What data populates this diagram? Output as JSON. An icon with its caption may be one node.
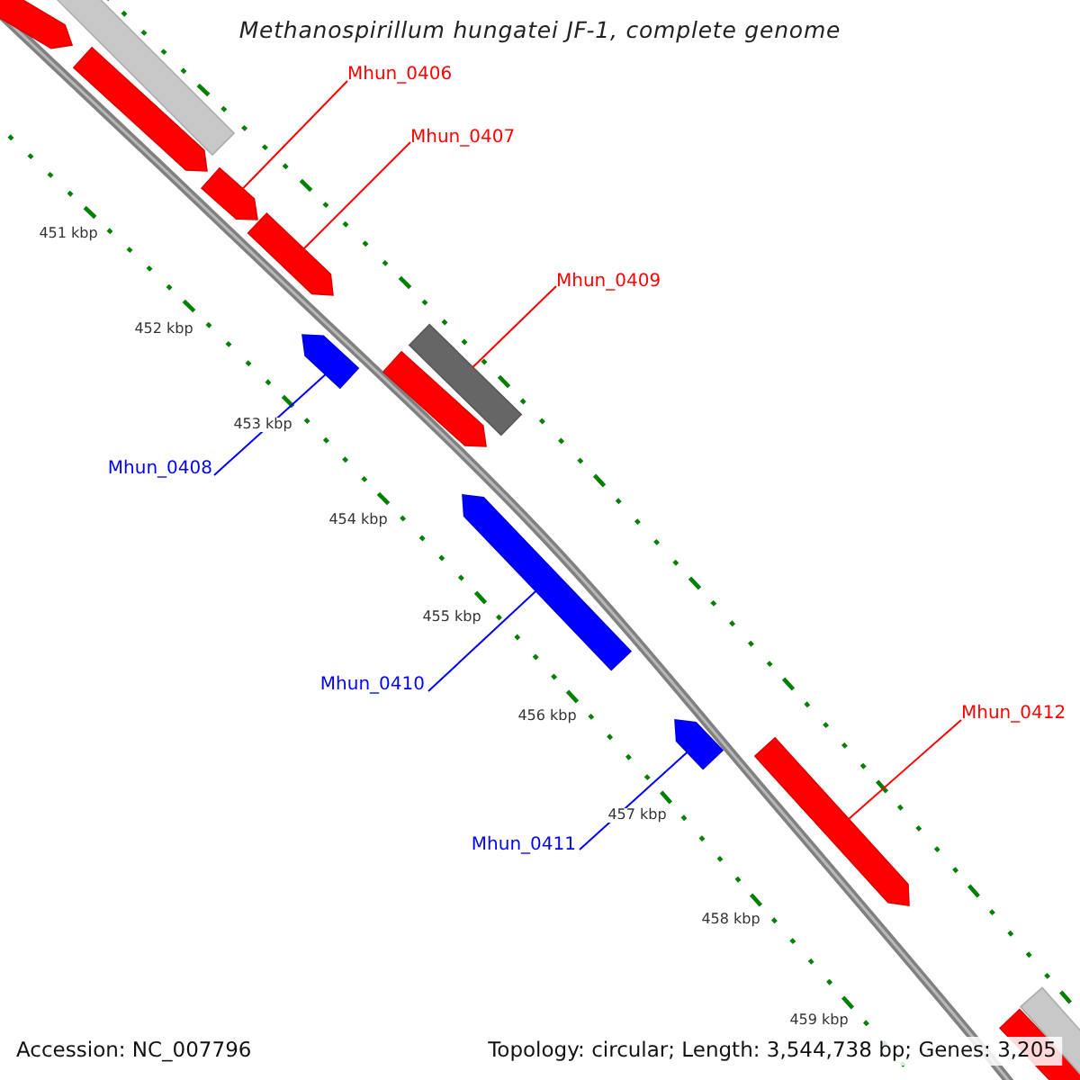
{
  "diagram": {
    "title": "Methanospirillum hungatei JF-1, complete genome",
    "nodes": [
      {
        "text": [
          "Mhun_0406"
        ]
      },
      {
        "text": [
          "Mhun_0407"
        ]
      },
      {
        "text": [
          "Mhun_0409"
        ]
      },
      {
        "text": [
          "Mhun_0408"
        ]
      },
      {
        "text": [
          "Mhun_0410"
        ]
      },
      {
        "text": [
          "Mhun_0411"
        ]
      },
      {
        "text": [
          "Mhun_0412"
        ]
      },
      {
        "text": [],
        "shape": "arrow"
      },
      {
        "text": [],
        "shape": "bar"
      },
      {
        "text": [],
        "shape": "arrow"
      },
      {
        "text": [],
        "shape": "arrow"
      },
      {
        "text": [],
        "shape": "arrow"
      },
      {
        "text": [],
        "shape": "arrow"
      },
      {
        "text": [],
        "shape": "arrow"
      },
      {
        "text": [],
        "shape": "bar"
      },
      {
        "text": [],
        "shape": "arrow"
      },
      {
        "text": [],
        "shape": "arrow"
      },
      {
        "text": [],
        "shape": "arrow"
      },
      {
        "text": [],
        "shape": "arrow"
      },
      {
        "text": [],
        "shape": "bar"
      }
    ],
    "edges": [
      {
        "from": 0,
        "to": 10,
        "arrow": "none"
      },
      {
        "from": 1,
        "to": 11,
        "arrow": "none"
      },
      {
        "from": 2,
        "to": 14,
        "arrow": "none"
      },
      {
        "from": 3,
        "to": 12,
        "arrow": "none",
        "color": "#0000ff"
      },
      {
        "from": 4,
        "to": 15,
        "arrow": "none",
        "color": "#0000ff"
      },
      {
        "from": 5,
        "to": 16,
        "arrow": "none",
        "color": "#0000ff"
      },
      {
        "from": 6,
        "to": 17,
        "arrow": "none"
      }
    ],
    "labels": [
      "451 kbp",
      "452 kbp",
      "453 kbp",
      "454 kbp",
      "455 kbp",
      "456 kbp",
      "457 kbp",
      "458 kbp",
      "459 kbp",
      "Accession: NC_007796",
      "Topology: circular; Length: 3,544,738 bp; Genes: 3,205"
    ]
  }
}
